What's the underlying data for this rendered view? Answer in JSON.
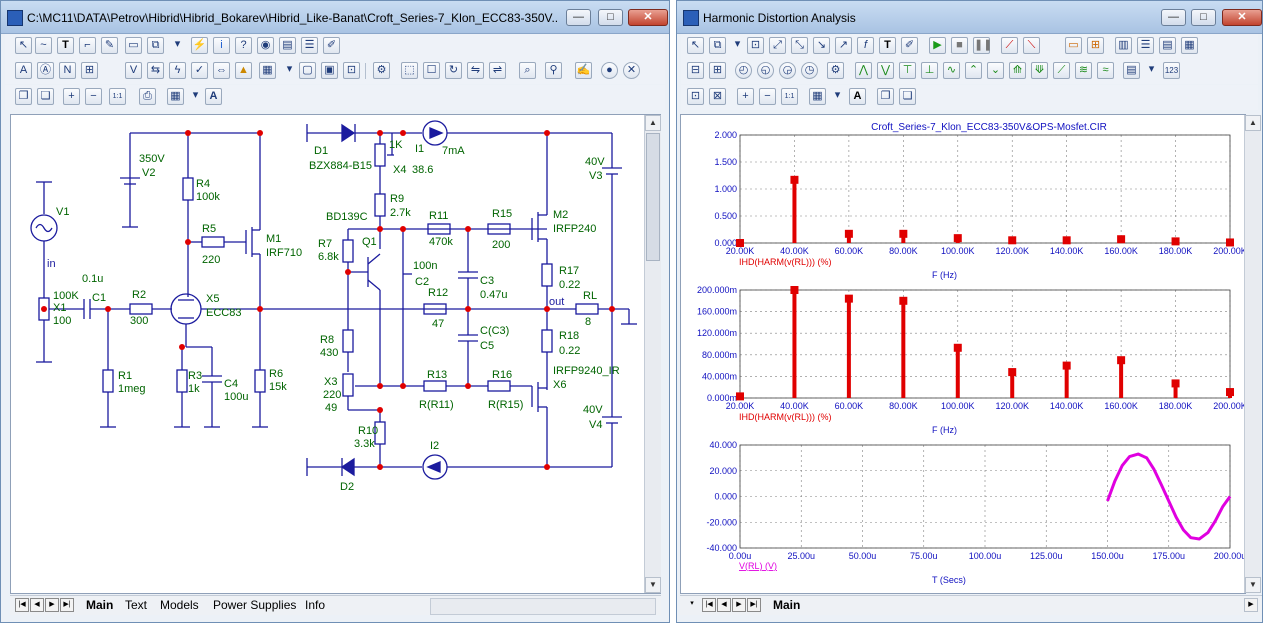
{
  "schematic_window": {
    "title": "C:\\MC11\\DATA\\Petrov\\Hibrid\\Hibrid_Bokarev\\Hibrid_Like-Banat\\Croft_Series-7_Klon_ECC83-350V...",
    "tabs": [
      "Main",
      "Text",
      "Models",
      "Power Supplies",
      "Info"
    ],
    "active_tab": "Main",
    "components": {
      "v1": "V1",
      "x1_name": "X1",
      "x1_val": "100K",
      "x1_sub": "100",
      "in_label": "in",
      "c1": "C1",
      "c1_val": "0.1u",
      "r2": "R2",
      "r2_val": "300",
      "r1": "R1",
      "r1_val": "1meg",
      "x5": "X5",
      "x5_val": "ECC83",
      "r3": "R3",
      "r3_val": "1k",
      "c4": "C4",
      "c4_val": "100u",
      "v2_val": "350V",
      "v2": "V2",
      "r4": "R4",
      "r4_val": "100k",
      "r5": "R5",
      "r5_val": "220",
      "m1": "M1",
      "m1_val": "IRF710",
      "r6": "R6",
      "r6_val": "15k",
      "d1": "D1",
      "d1_val": "BZX884-B15",
      "x4_val": "1K",
      "x4": "X4",
      "x4_sub": "38.6",
      "i1": "I1",
      "i1_val": "7mA",
      "r9": "R9",
      "r9_val": "2.7k",
      "q1_val": "BD139C",
      "q1": "Q1",
      "r7": "R7",
      "r7_val": "6.8k",
      "r11": "R11",
      "r11_val": "470k",
      "r15": "R15",
      "r15_val": "200",
      "c2_val": "100n",
      "c2": "C2",
      "c3": "C3",
      "c3_val": "0.47u",
      "r12": "R12",
      "r12_val": "47",
      "c5_val": "C(C3)",
      "c5": "C5",
      "r8": "R8",
      "r8_val": "430",
      "x3": "X3",
      "x3_val": "220",
      "x3_sub": "49",
      "r13": "R13",
      "r13_val": "R(R11)",
      "r16": "R16",
      "r16_val": "R(R15)",
      "r10": "R10",
      "r10_val": "3.3k",
      "i2": "I2",
      "d2": "D2",
      "m2": "M2",
      "m2_val": "IRFP240",
      "r17": "R17",
      "r17_val": "0.22",
      "out_label": "out",
      "rl": "RL",
      "rl_val": "8",
      "r18": "R18",
      "r18_val": "0.22",
      "x6_val": "IRFP9240_IR",
      "x6": "X6",
      "v3_val": "40V",
      "v3": "V3",
      "v4_val": "40V",
      "v4": "V4"
    }
  },
  "analysis_window": {
    "title": "Harmonic Distortion Analysis",
    "tabs": [
      "Main"
    ],
    "active_tab": "Main",
    "plot_title": "Croft_Series-7_Klon_ECC83-350V&OPS-Mosfet.CIR",
    "colors": {
      "series_red": "#e00000",
      "series_magenta": "#e000e0",
      "axis_blue": "#1010c0",
      "grid": "#808080"
    }
  },
  "chart_data": [
    {
      "type": "bar",
      "title": "Croft_Series-7_Klon_ECC83-350V&OPS-Mosfet.CIR",
      "xlabel": "F (Hz)",
      "ylabel": "",
      "series_label": "IHD(HARM(v(RL))) (%)",
      "x_ticks": [
        "20.00K",
        "40.00K",
        "60.00K",
        "80.00K",
        "100.00K",
        "120.00K",
        "140.00K",
        "160.00K",
        "180.00K",
        "200.00K"
      ],
      "y_ticks": [
        "0.000",
        "0.500",
        "1.000",
        "1.500",
        "2.000"
      ],
      "xlim": [
        20000,
        200000
      ],
      "ylim": [
        0,
        2
      ],
      "x": [
        20000,
        40000,
        60000,
        80000,
        100000,
        120000,
        140000,
        160000,
        180000,
        200000
      ],
      "values": [
        0.0,
        1.17,
        0.17,
        0.17,
        0.09,
        0.05,
        0.05,
        0.07,
        0.03,
        0.01
      ],
      "grid": true
    },
    {
      "type": "bar",
      "xlabel": "F (Hz)",
      "ylabel": "",
      "series_label": "IHD(HARM(v(RL))) (%)",
      "x_ticks": [
        "20.00K",
        "40.00K",
        "60.00K",
        "80.00K",
        "100.00K",
        "120.00K",
        "140.00K",
        "160.00K",
        "180.00K",
        "200.00K"
      ],
      "y_ticks": [
        "0.000m",
        "40.000m",
        "80.000m",
        "120.000m",
        "160.000m",
        "200.000m"
      ],
      "xlim": [
        20000,
        200000
      ],
      "ylim": [
        0,
        0.2
      ],
      "x": [
        20000,
        40000,
        60000,
        80000,
        100000,
        120000,
        140000,
        160000,
        180000,
        200000
      ],
      "values": [
        0.003,
        0.2,
        0.184,
        0.18,
        0.093,
        0.048,
        0.06,
        0.07,
        0.027,
        0.011
      ],
      "grid": true
    },
    {
      "type": "line",
      "xlabel": "T (Secs)",
      "ylabel": "",
      "series_label": "V(RL) (V)",
      "x_ticks": [
        "0.00u",
        "25.00u",
        "50.00u",
        "75.00u",
        "100.00u",
        "125.00u",
        "150.00u",
        "175.00u",
        "200.00u"
      ],
      "y_ticks": [
        "-40.000",
        "-20.000",
        "0.000",
        "20.000",
        "40.000"
      ],
      "xlim": [
        0,
        200
      ],
      "ylim": [
        -40,
        40
      ],
      "x_units": "u (microseconds)",
      "x": [
        150,
        153,
        156,
        159,
        162.5,
        166,
        169,
        172,
        175,
        178,
        181,
        184,
        187.5,
        191,
        194,
        197,
        200
      ],
      "values": [
        -3.5,
        12,
        24,
        31,
        33,
        30,
        21,
        9,
        -3.5,
        -16,
        -26,
        -32,
        -33,
        -28,
        -19,
        -8,
        0
      ],
      "grid": true
    }
  ]
}
